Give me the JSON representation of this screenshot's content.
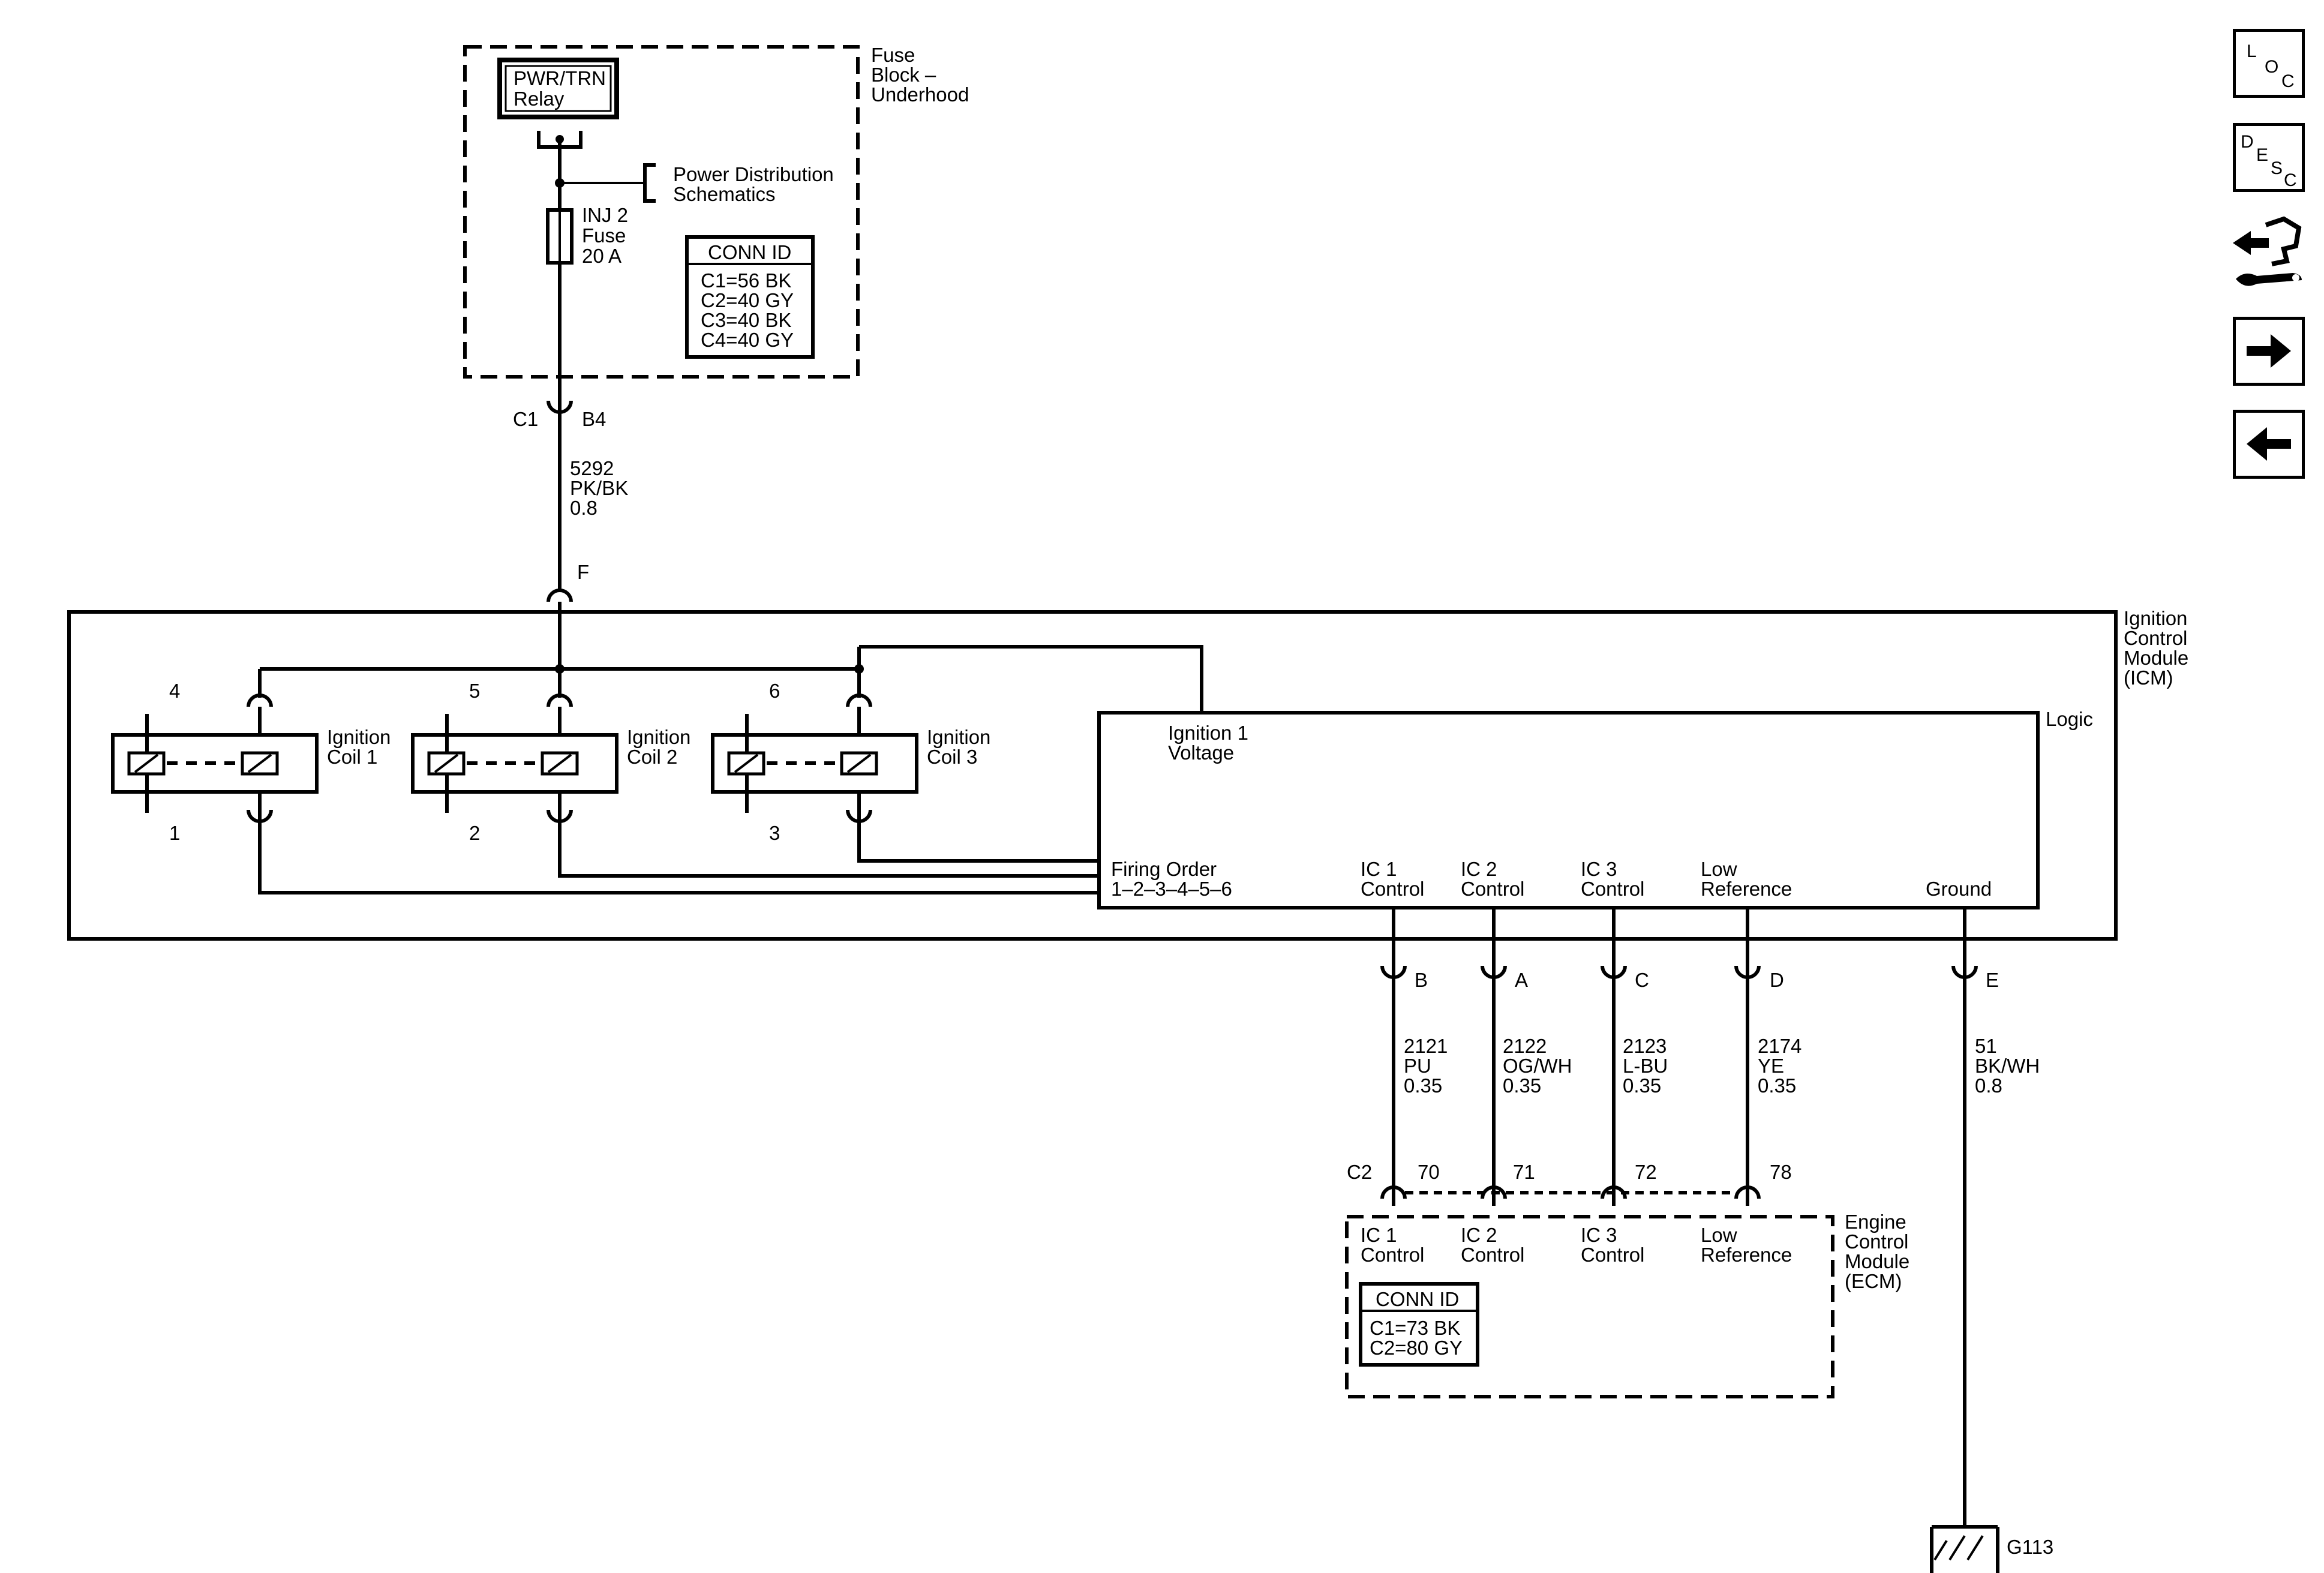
{
  "fuse_block": {
    "title_lines": [
      "Fuse",
      "Block –",
      "Underhood"
    ],
    "relay_lines": [
      "PWR/TRN",
      "Relay"
    ],
    "power_distribution_lines": [
      "Power Distribution",
      "Schematics"
    ],
    "fuse_lines": [
      "INJ 2",
      "Fuse",
      "20 A"
    ],
    "conn_id": {
      "header": "CONN ID",
      "rows": [
        "C1=56 BK",
        "C2=40 GY",
        "C3=40 BK",
        "C4=40 GY"
      ]
    }
  },
  "wire_5292": {
    "connector": "C1",
    "pin": "B4",
    "lines": [
      "5292",
      "PK/BK",
      "0.8"
    ],
    "icm_pin": "F"
  },
  "icm": {
    "title_lines": [
      "Ignition",
      "Control",
      "Module",
      "(ICM)"
    ],
    "logic_label": "Logic",
    "ignition_voltage_lines": [
      "Ignition 1",
      "Voltage"
    ],
    "firing_order_lines": [
      "Firing Order",
      "1–2–3–4–5–6"
    ],
    "coils": [
      {
        "top": "4",
        "bottom": "1",
        "label_lines": [
          "Ignition",
          "Coil 1"
        ]
      },
      {
        "top": "5",
        "bottom": "2",
        "label_lines": [
          "Ignition",
          "Coil 2"
        ]
      },
      {
        "top": "6",
        "bottom": "3",
        "label_lines": [
          "Ignition",
          "Coil 3"
        ]
      }
    ],
    "outputs": [
      {
        "label_lines": [
          "IC 1",
          "Control"
        ],
        "pin": "B"
      },
      {
        "label_lines": [
          "IC 2",
          "Control"
        ],
        "pin": "A"
      },
      {
        "label_lines": [
          "IC 3",
          "Control"
        ],
        "pin": "C"
      },
      {
        "label_lines": [
          "Low",
          "Reference"
        ],
        "pin": "D"
      },
      {
        "label_lines": [
          "Ground"
        ],
        "pin": "E"
      }
    ]
  },
  "wires": [
    {
      "lines": [
        "2121",
        "PU",
        "0.35"
      ]
    },
    {
      "lines": [
        "2122",
        "OG/WH",
        "0.35"
      ]
    },
    {
      "lines": [
        "2123",
        "L-BU",
        "0.35"
      ]
    },
    {
      "lines": [
        "2174",
        "YE",
        "0.35"
      ]
    },
    {
      "lines": [
        "51",
        "BK/WH",
        "0.8"
      ]
    }
  ],
  "ecm": {
    "connector": "C2",
    "pins": [
      "70",
      "71",
      "72",
      "78"
    ],
    "title_lines": [
      "Engine",
      "Control",
      "Module",
      "(ECM)"
    ],
    "inputs": [
      {
        "label_lines": [
          "IC 1",
          "Control"
        ]
      },
      {
        "label_lines": [
          "IC 2",
          "Control"
        ]
      },
      {
        "label_lines": [
          "IC 3",
          "Control"
        ]
      },
      {
        "label_lines": [
          "Low",
          "Reference"
        ]
      }
    ],
    "conn_id": {
      "header": "CONN ID",
      "rows": [
        "C1=73 BK",
        "C2=80 GY"
      ]
    }
  },
  "ground": {
    "label": "G113"
  },
  "nav": {
    "loc": {
      "big": "L",
      "small1": "O",
      "small2": "C",
      "icon": "loc-icon"
    },
    "desc": {
      "big": "D",
      "small1": "E",
      "small2": "S",
      "small3": "C",
      "icon": "desc-icon"
    },
    "connector_view_icon": "connector-tool-icon",
    "next_icon": "arrow-right-icon",
    "prev_icon": "arrow-left-icon"
  }
}
